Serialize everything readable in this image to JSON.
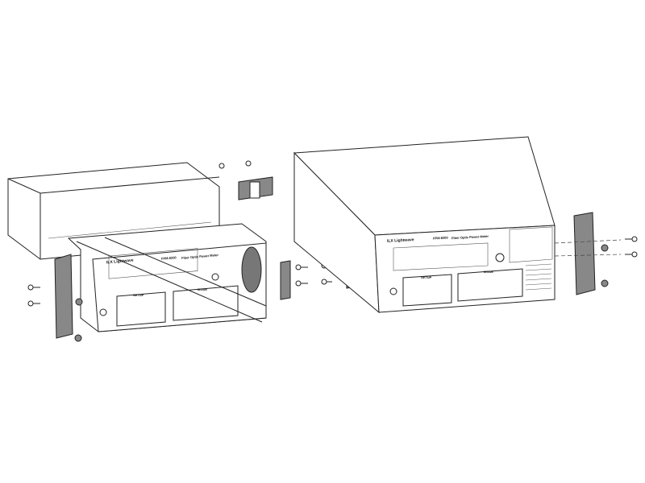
{
  "unit": {
    "brand": "ILX Lightwave",
    "model": "FPM-8200",
    "description": "Fiber Optic Power Meter",
    "setup_label": "SETUP",
    "mode_label": "MODE"
  },
  "colors": {
    "line": "#222222",
    "bracket": "#888888",
    "background": "#ffffff"
  }
}
